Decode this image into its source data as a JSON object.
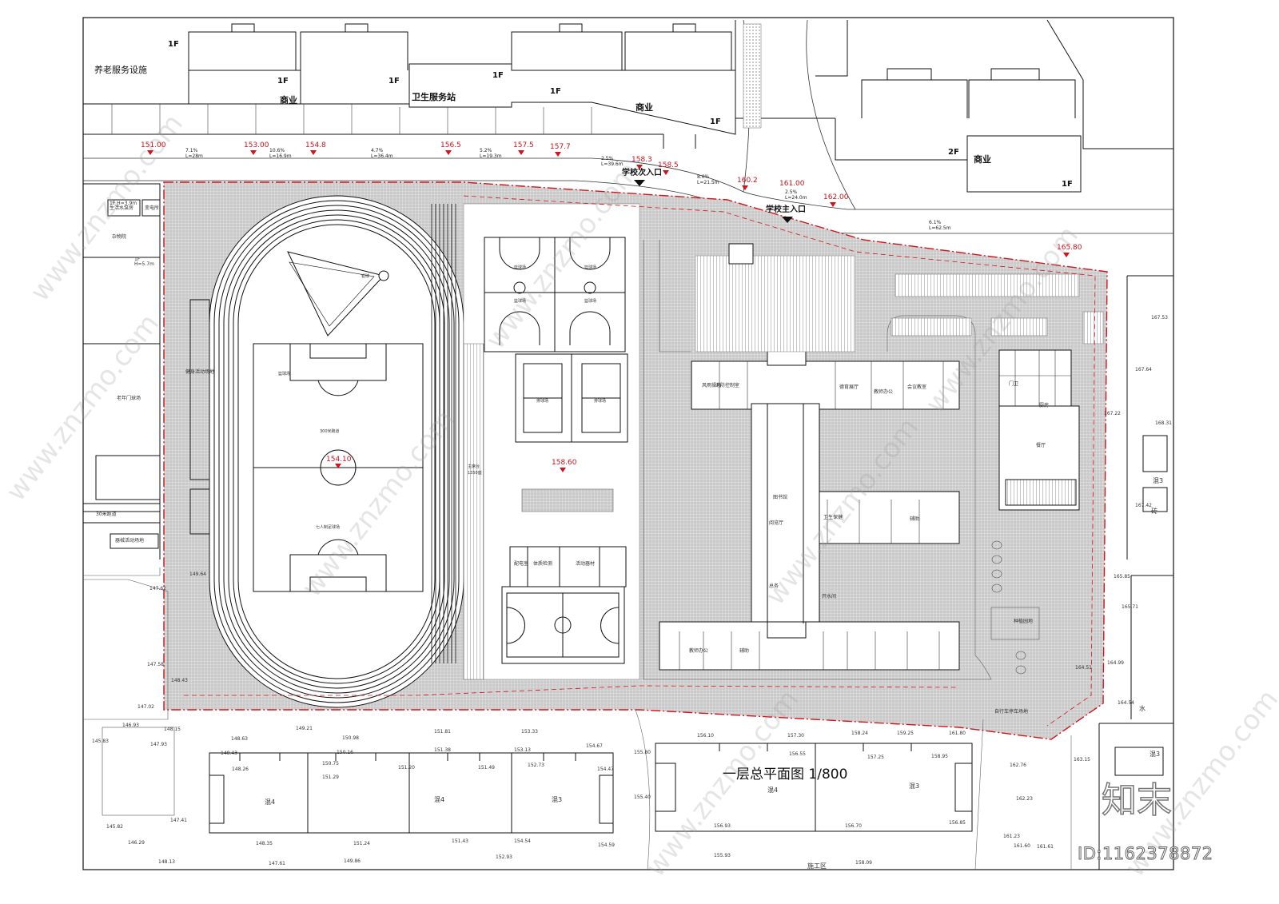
{
  "title": "一层总平面图 1/800",
  "id_text": "ID:1162378872",
  "logo": "知末",
  "watermark_text": "www.znzmo.com",
  "colors": {
    "boundary": "#d0141c",
    "hatch": "#b8b8b8",
    "line": "#111111"
  },
  "north_buildings": [
    {
      "text": "养老服务设施"
    },
    {
      "text": "商业"
    },
    {
      "text": "卫生服务站"
    },
    {
      "text": "商业"
    },
    {
      "text": "商业"
    }
  ],
  "floor_tags": [
    "1F",
    "1F",
    "1F",
    "1F",
    "1F",
    "1F",
    "2F",
    "1F"
  ],
  "road_elevations": [
    "151.00",
    "153.00",
    "154.8",
    "156.5",
    "157.5",
    "157.7",
    "158.3",
    "158.5",
    "160.2",
    "161.00",
    "162.00",
    "165.80"
  ],
  "grades": [
    {
      "pct": "7.1%",
      "len": "L=28m"
    },
    {
      "pct": "10.6%",
      "len": "L=16.9m"
    },
    {
      "pct": "4.7%",
      "len": "L=36.4m"
    },
    {
      "pct": "5.2%",
      "len": "L=19.3m"
    },
    {
      "pct": "2.5%",
      "len": "L=39.6m"
    },
    {
      "pct": "8.0%",
      "len": "L=21.5m"
    },
    {
      "pct": "2.5%",
      "len": "L=24.0m"
    },
    {
      "pct": "6.1%",
      "len": "L=62.5m"
    }
  ],
  "entrances": {
    "secondary": "学校次入口",
    "main": "学校主入口"
  },
  "site_elevations": {
    "field": "154.10",
    "plaza": "158.60"
  },
  "sports_labels": {
    "track": "300米跑道",
    "football": "七人制足球场",
    "field_top": "篮球场",
    "basketball": [
      "篮球场",
      "篮球场",
      "篮球场",
      "篮球场"
    ],
    "volleyball": [
      "排球场",
      "排球场"
    ],
    "grandstand": "主席台",
    "grandstand_seats": "1350座",
    "putting": "铅球"
  },
  "west_labels": {
    "pump": "1F H=3.9m 生活水泵房",
    "power": "变电所",
    "storage": "杂物院",
    "bldg": "1F H=5.7m",
    "fitness": "健身活动场地",
    "fitness2": "器械活动场地",
    "court": "老年门球场",
    "run": "30米跑道"
  },
  "building_labels": {
    "room1": "消防控制室",
    "room2": "德育展厅",
    "room3": "会议教室",
    "room4": "图书馆",
    "room5": "教师办公",
    "room6": "风雨操场",
    "room7": "配电室",
    "room8": "体质检测",
    "room9": "活动器材",
    "room10": "厨房",
    "room11": "餐厅",
    "room12": "门卫",
    "room13": "辅助",
    "room14": "卫生保健",
    "room15": "阅览厅",
    "room16": "开水间",
    "room17": "教师办公",
    "room18": "总务",
    "room19": "辅助",
    "parking": "自行车停车场地",
    "garden": "种植园地"
  },
  "south_elevations": [
    "151.81",
    "153.33",
    "154.67",
    "155.80",
    "156.10",
    "157.30",
    "158.24",
    "159.25",
    "161.80",
    "150.98",
    "149.21",
    "148.63",
    "151.38",
    "153.13",
    "150.16",
    "151.20",
    "151.49",
    "152.73",
    "154.47",
    "148.43",
    "148.26",
    "150.75",
    "151.29",
    "156.55",
    "157.25",
    "158.95",
    "156.93",
    "156.70",
    "156.85",
    "148.35",
    "151.24",
    "151.43",
    "154.54",
    "154.59",
    "155.40",
    "149.86",
    "152.93",
    "155.93",
    "158.09",
    "147.61",
    "148.13",
    "145.82",
    "146.29",
    "147.41",
    "145.83",
    "146.93",
    "147.93",
    "148.15"
  ],
  "east_elevations": [
    "167.53",
    "167.64",
    "168.31",
    "167.22",
    "167.42",
    "165.85",
    "165.71",
    "164.99",
    "164.51",
    "164.54",
    "163.15",
    "162.76",
    "162.23",
    "161.60",
    "161.61",
    "161.23"
  ],
  "west_elevations": [
    "149.64",
    "147.62",
    "147.58",
    "148.43",
    "147.02"
  ],
  "south_building_labels": [
    "混4",
    "混4",
    "混3",
    "混4",
    "混3",
    "混3"
  ],
  "east_labels": [
    "混3",
    "砖",
    "水"
  ],
  "road_label": "施工区"
}
